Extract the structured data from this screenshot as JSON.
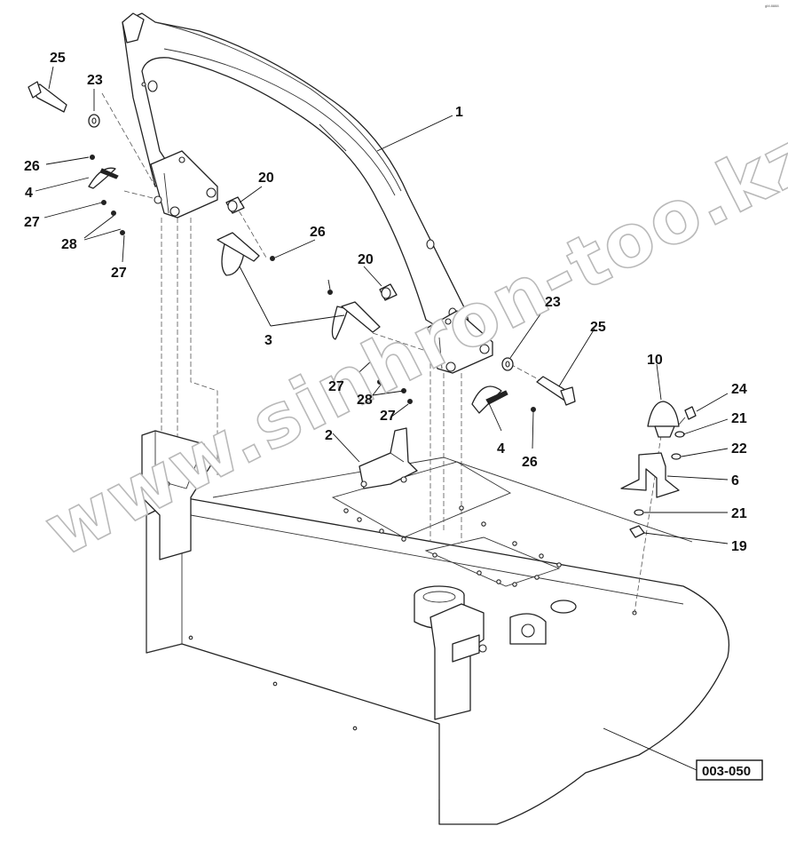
{
  "diagram": {
    "callouts": [
      {
        "id": "callout-1",
        "text": "1"
      },
      {
        "id": "callout-2",
        "text": "2"
      },
      {
        "id": "callout-3",
        "text": "3"
      },
      {
        "id": "callout-4a",
        "text": "4"
      },
      {
        "id": "callout-4b",
        "text": "4"
      },
      {
        "id": "callout-6",
        "text": "6"
      },
      {
        "id": "callout-10",
        "text": "10"
      },
      {
        "id": "callout-19",
        "text": "19"
      },
      {
        "id": "callout-20a",
        "text": "20"
      },
      {
        "id": "callout-20b",
        "text": "20"
      },
      {
        "id": "callout-21a",
        "text": "21"
      },
      {
        "id": "callout-21b",
        "text": "21"
      },
      {
        "id": "callout-22",
        "text": "22"
      },
      {
        "id": "callout-23a",
        "text": "23"
      },
      {
        "id": "callout-23b",
        "text": "23"
      },
      {
        "id": "callout-24",
        "text": "24"
      },
      {
        "id": "callout-25a",
        "text": "25"
      },
      {
        "id": "callout-25b",
        "text": "25"
      },
      {
        "id": "callout-26a",
        "text": "26"
      },
      {
        "id": "callout-26b",
        "text": "26"
      },
      {
        "id": "callout-26c",
        "text": "26"
      },
      {
        "id": "callout-27a",
        "text": "27"
      },
      {
        "id": "callout-27b",
        "text": "27"
      },
      {
        "id": "callout-27c",
        "text": "27"
      },
      {
        "id": "callout-27d",
        "text": "27"
      },
      {
        "id": "callout-28a",
        "text": "28"
      },
      {
        "id": "callout-28b",
        "text": "28"
      }
    ],
    "drawing_code": "003-050",
    "watermark": "www.sinhron-too.kz",
    "corner_mark": "gM.8888"
  }
}
